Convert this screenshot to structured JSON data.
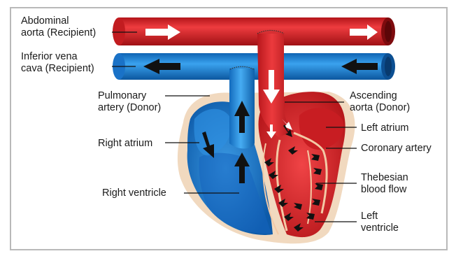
{
  "labels": {
    "abdominal_aorta": "Abdominal\naorta (Recipient)",
    "inferior_vena_cava": "Inferior vena\ncava (Recipient)",
    "pulmonary_artery": "Pulmonary\nartery (Donor)",
    "right_atrium": "Right atrium",
    "right_ventricle": "Right ventricle",
    "ascending_aorta": "Ascending\naorta (Donor)",
    "left_atrium": "Left atrium",
    "coronary_artery": "Coronary artery",
    "thebesian_flow": "Thebesian\nblood flow",
    "left_ventricle": "Left\nventricle"
  },
  "colors": {
    "artery_red": "#d6262b",
    "vein_blue": "#1e7fd6",
    "pericardium": "#f1d9bf",
    "frame": "#b9b9b9"
  }
}
